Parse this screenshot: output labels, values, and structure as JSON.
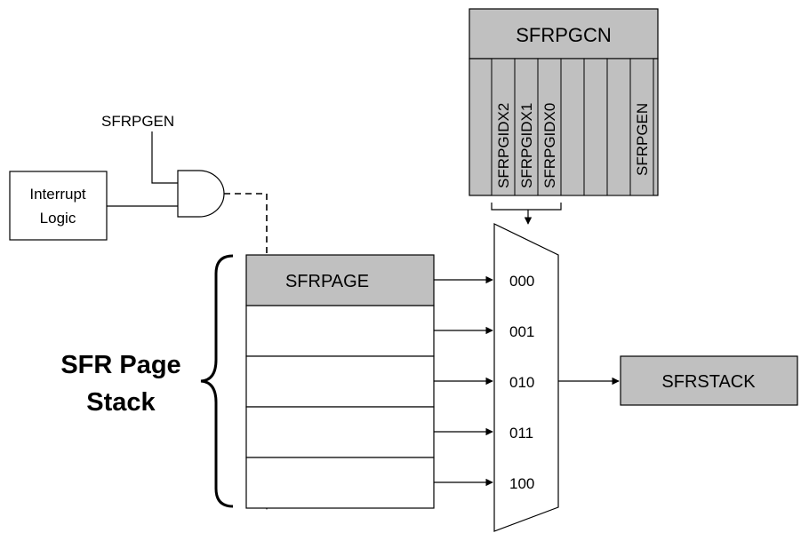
{
  "register": {
    "name": "SFRPGCN",
    "bits": [
      "SFRPGIDX2",
      "SFRPGIDX1",
      "SFRPGIDX0",
      "",
      "",
      "",
      "SFRPGEN"
    ]
  },
  "gate": {
    "input_label": "SFRPGEN"
  },
  "interrupt_logic": {
    "line1": "Interrupt",
    "line2": "Logic"
  },
  "stack": {
    "title_line1": "SFR Page",
    "title_line2": "Stack",
    "top_label": "SFRPAGE"
  },
  "mux": {
    "inputs": [
      "000",
      "001",
      "010",
      "011",
      "100"
    ]
  },
  "output": {
    "label": "SFRSTACK"
  },
  "colors": {
    "fill_gray": "#c0c0c0",
    "stroke": "#000000"
  }
}
